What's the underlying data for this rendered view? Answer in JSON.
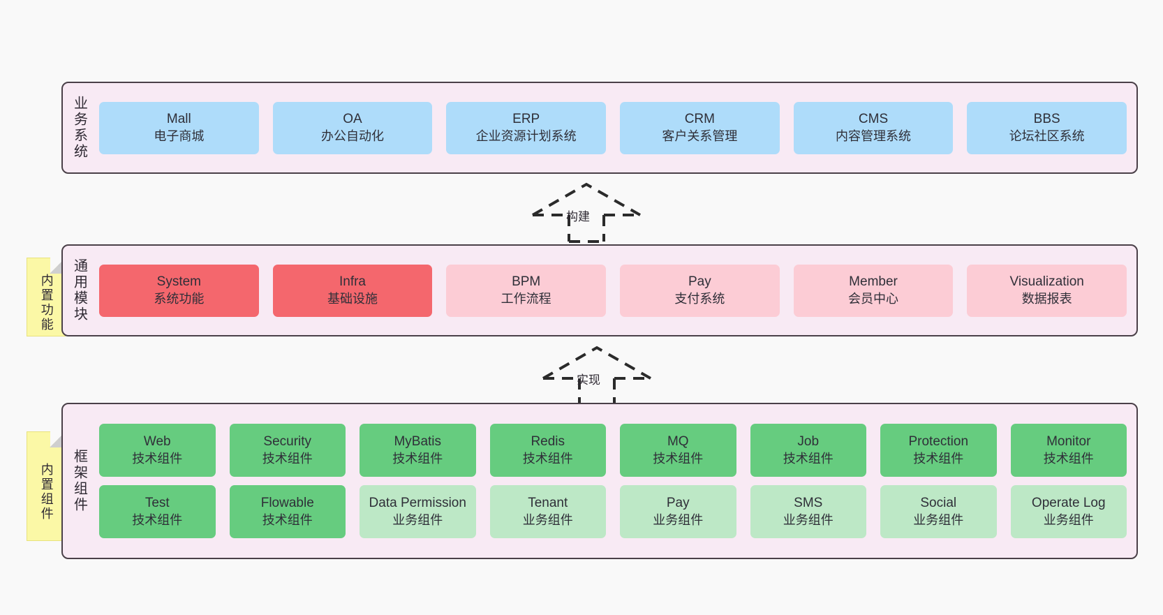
{
  "meta": {
    "background_color": "#f9f9f9",
    "container_fill": "#f8eaf4",
    "container_border": "#4a4048"
  },
  "layers": [
    {
      "id": "business",
      "title": "业务系统",
      "cell_color": "#aedcfa",
      "rows": [
        [
          {
            "en": "Mall",
            "cn": "电子商城"
          },
          {
            "en": "OA",
            "cn": "办公自动化"
          },
          {
            "en": "ERP",
            "cn": "企业资源计划系统"
          },
          {
            "en": "CRM",
            "cn": "客户关系管理"
          },
          {
            "en": "CMS",
            "cn": "内容管理系统"
          },
          {
            "en": "BBS",
            "cn": "论坛社区系统"
          }
        ]
      ]
    },
    {
      "id": "modules",
      "title": "通用模块",
      "cell_color": "#f4676d",
      "cell_color_alt": "#fcccd5",
      "rows": [
        [
          {
            "en": "System",
            "cn": "系统功能",
            "tone": "strong"
          },
          {
            "en": "Infra",
            "cn": "基础设施",
            "tone": "strong"
          },
          {
            "en": "BPM",
            "cn": "工作流程",
            "tone": "light"
          },
          {
            "en": "Pay",
            "cn": "支付系统",
            "tone": "light"
          },
          {
            "en": "Member",
            "cn": "会员中心",
            "tone": "light"
          },
          {
            "en": "Visualization",
            "cn": "数据报表",
            "tone": "light"
          }
        ]
      ]
    },
    {
      "id": "framework",
      "title": "框架组件",
      "cell_color": "#66cc7f",
      "cell_color_alt": "#bde8c6",
      "rows": [
        [
          {
            "en": "Web",
            "cn": "技术组件",
            "tone": "strong"
          },
          {
            "en": "Security",
            "cn": "技术组件",
            "tone": "strong"
          },
          {
            "en": "MyBatis",
            "cn": "技术组件",
            "tone": "strong"
          },
          {
            "en": "Redis",
            "cn": "技术组件",
            "tone": "strong"
          },
          {
            "en": "MQ",
            "cn": "技术组件",
            "tone": "strong"
          },
          {
            "en": "Job",
            "cn": "技术组件",
            "tone": "strong"
          },
          {
            "en": "Protection",
            "cn": "技术组件",
            "tone": "strong"
          },
          {
            "en": "Monitor",
            "cn": "技术组件",
            "tone": "strong"
          }
        ],
        [
          {
            "en": "Test",
            "cn": "技术组件",
            "tone": "strong"
          },
          {
            "en": "Flowable",
            "cn": "技术组件",
            "tone": "strong"
          },
          {
            "en": "Data Permission",
            "cn": "业务组件",
            "tone": "light"
          },
          {
            "en": "Tenant",
            "cn": "业务组件",
            "tone": "light"
          },
          {
            "en": "Pay",
            "cn": "业务组件",
            "tone": "light"
          },
          {
            "en": "SMS",
            "cn": "业务组件",
            "tone": "light"
          },
          {
            "en": "Social",
            "cn": "业务组件",
            "tone": "light"
          },
          {
            "en": "Operate Log",
            "cn": "业务组件",
            "tone": "light"
          }
        ]
      ]
    }
  ],
  "notes": [
    {
      "id": "builtin-function",
      "text": "内置功能"
    },
    {
      "id": "builtin-component",
      "text": "内置组件"
    }
  ],
  "arrows": [
    {
      "id": "build",
      "label": "构建",
      "style": "dashed-generalization"
    },
    {
      "id": "impl",
      "label": "实现",
      "style": "dashed-generalization"
    }
  ]
}
